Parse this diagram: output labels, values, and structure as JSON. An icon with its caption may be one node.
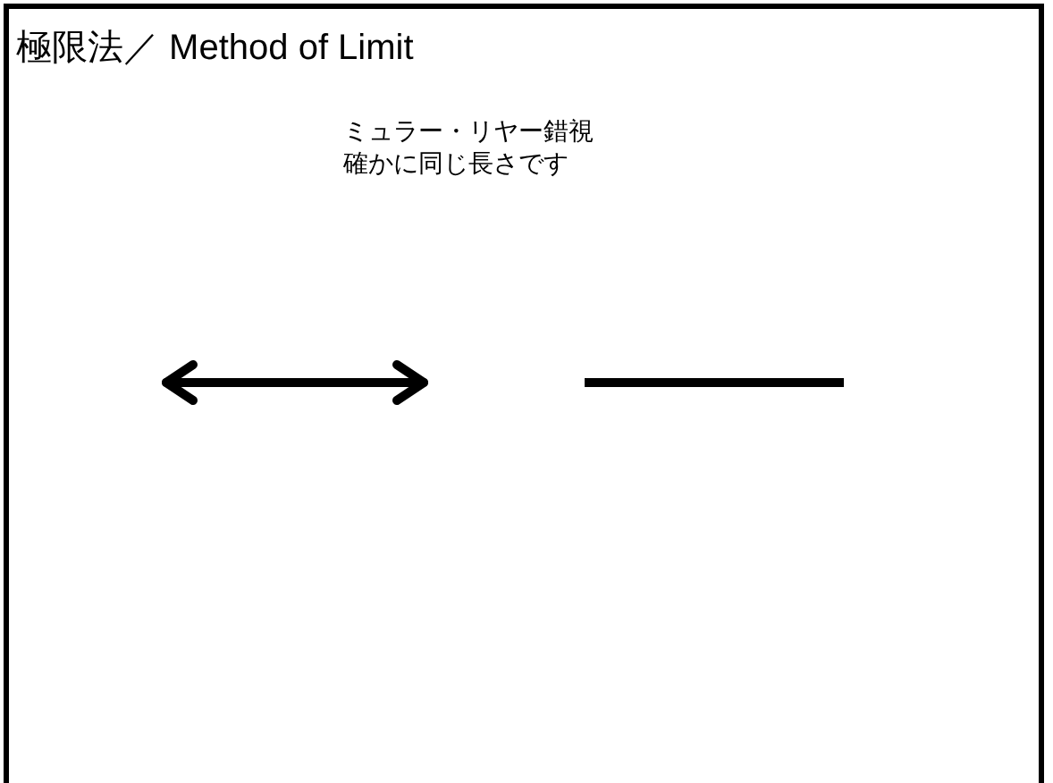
{
  "diagram": {
    "title": "極限法／ Method of Limit",
    "labels": [
      "ミュラー・リヤー錯視",
      "確かに同じ長さです"
    ]
  }
}
